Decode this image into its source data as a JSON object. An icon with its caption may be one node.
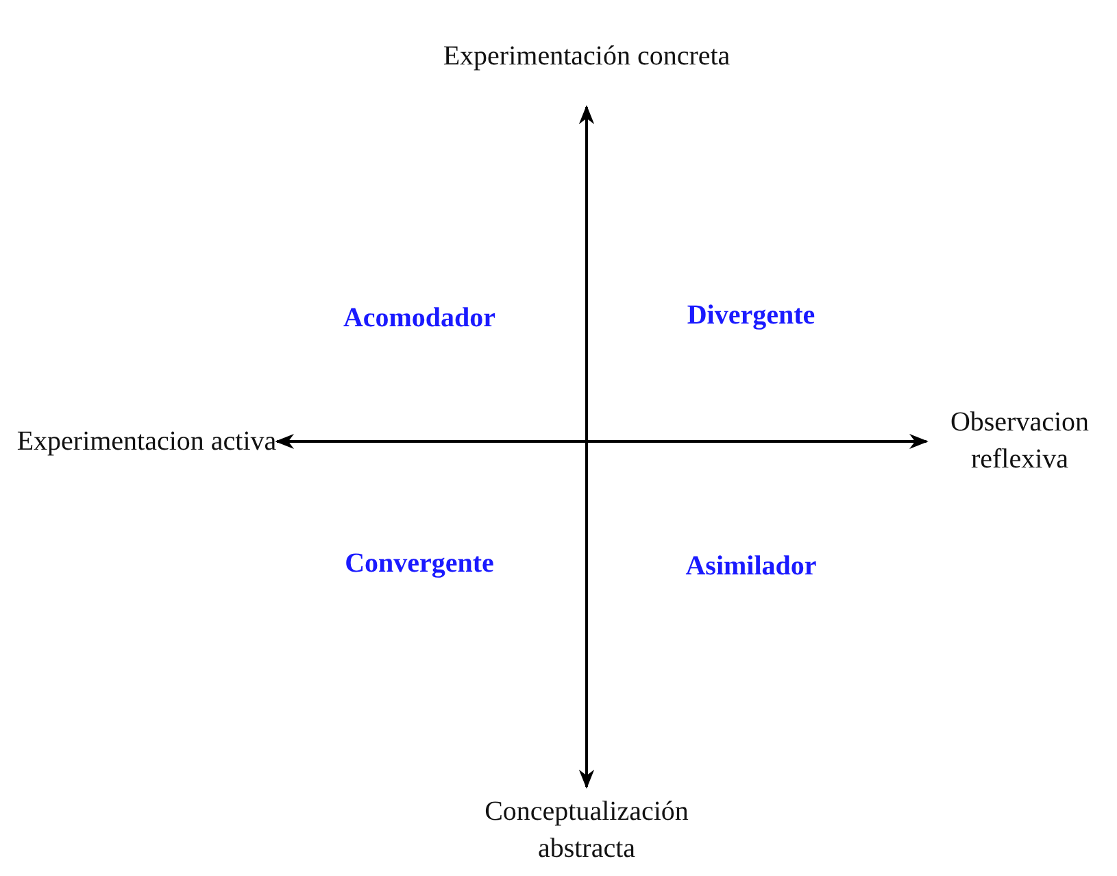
{
  "diagram": {
    "nodes": [
      {
        "text": [
          "Experimentación concreta"
        ]
      },
      {
        "text": [
          "Experimentacion activa"
        ]
      },
      {
        "text": [
          "Observacion reflexiva"
        ]
      },
      {
        "text": [
          "Conceptualización abstracta"
        ]
      }
    ],
    "edges": [
      {
        "from": 0,
        "to": 3,
        "arrow": "both"
      },
      {
        "from": 1,
        "to": 2,
        "arrow": "both"
      }
    ],
    "labels": [
      "Acomodador",
      "Divergente",
      "Convergente",
      "Asimilador"
    ]
  }
}
